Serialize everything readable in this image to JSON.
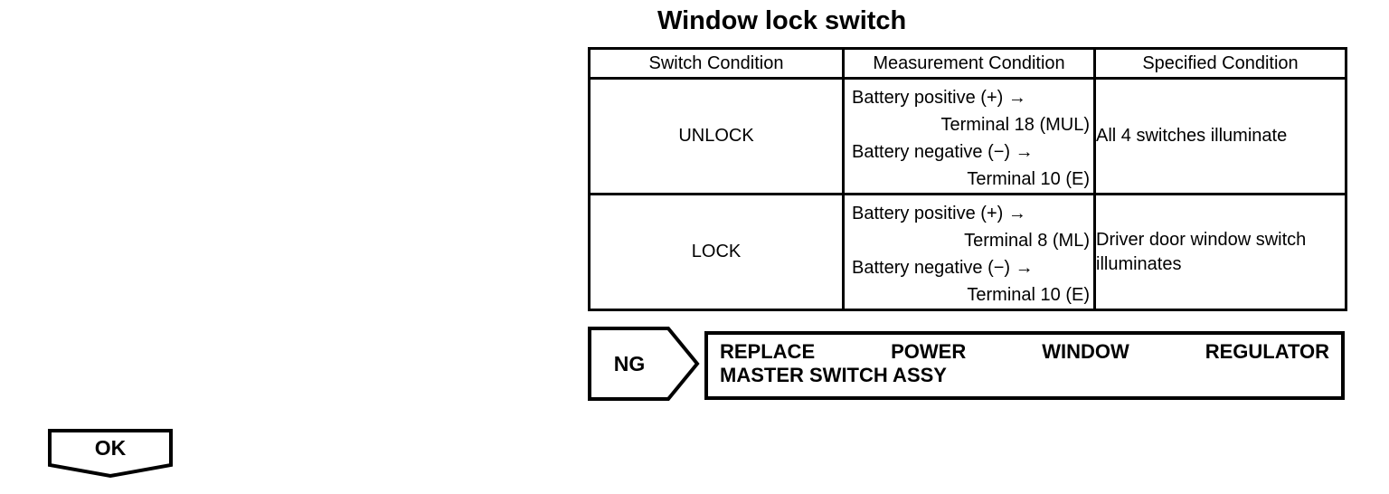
{
  "title": "Window lock switch",
  "table": {
    "headers": [
      "Switch Condition",
      "Measurement Condition",
      "Specified Condition"
    ],
    "rows": [
      {
        "switch_condition": "UNLOCK",
        "measurement_lines": [
          "Battery positive (+) →",
          "Terminal 18 (MUL)",
          "Battery negative (−) →",
          "Terminal 10 (E)"
        ],
        "specified_condition": "All 4 switches illuminate"
      },
      {
        "switch_condition": "LOCK",
        "measurement_lines": [
          "Battery positive (+) →",
          "Terminal 8 (ML)",
          "Battery negative (−) →",
          "Terminal 10 (E)"
        ],
        "specified_condition": "Driver door window switch illuminates"
      }
    ]
  },
  "ng": {
    "label": "NG",
    "action_line1": "REPLACE POWER WINDOW REGULATOR",
    "action_line2": "MASTER SWITCH ASSY"
  },
  "ok": {
    "label": "OK"
  },
  "colors": {
    "ink": "#000000",
    "background": "#ffffff"
  }
}
